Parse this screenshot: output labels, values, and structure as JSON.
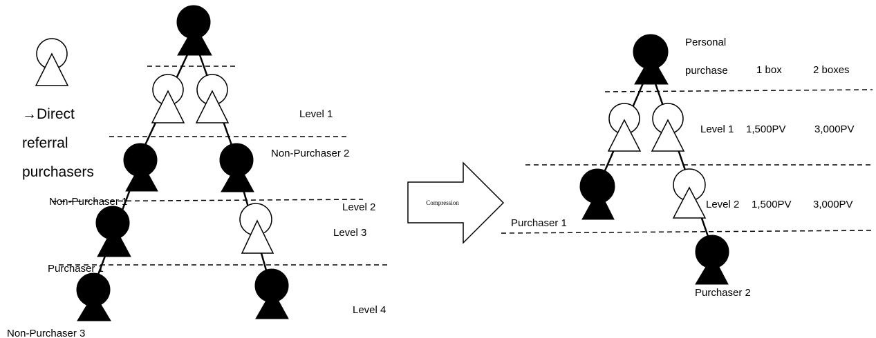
{
  "legend": {
    "direct_referral_lines": [
      "→Direct",
      "referral",
      "purchasers"
    ]
  },
  "left": {
    "levels": [
      "Level 1",
      "Level 2",
      "Level 3",
      "Level 4"
    ],
    "people": {
      "non_purchaser_1": "Non-Purchaser 1",
      "non_purchaser_2": "Non-Purchaser 2",
      "non_purchaser_3": "Non-Purchaser 3",
      "purchaser_1": "Purchaser 1"
    }
  },
  "arrow_label": "Compression",
  "right": {
    "header_line1": "Personal",
    "header_line2": "purchase",
    "col_1_box": "1 box",
    "col_2_boxes": "2 boxes",
    "level_1": "Level 1",
    "level_1_pv1": "1,500PV",
    "level_1_pv2": "3,000PV",
    "level_2": "Level 2",
    "level_2_pv1": "1,500PV",
    "level_2_pv2": "3,000PV",
    "purchaser_1": "Purchaser 1",
    "purchaser_2": "Purchaser 2"
  },
  "colors": {
    "ink": "#000000",
    "background": "#ffffff"
  }
}
